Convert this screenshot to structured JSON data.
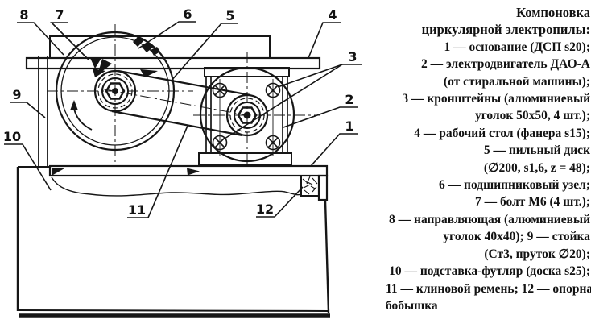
{
  "figure": {
    "type": "technical-assembly-diagram",
    "subject": "circular electric saw layout (side view)",
    "callout_labels": [
      "1",
      "2",
      "3",
      "4",
      "5",
      "6",
      "7",
      "8",
      "9",
      "10",
      "11",
      "12"
    ]
  },
  "legend": {
    "lines": [
      "Компоновка",
      "циркулярной электропилы:",
      "1 — основание (ДСП s20);",
      "2 — электродвигатель ДАО-А",
      "(от стиральной машины);",
      "3 — кронштейны (алюминиевый",
      "уголок 50х50, 4 шт.);",
      "4 — рабочий стол (фанера s15);",
      "5 — пильный диск",
      "(∅200, s1,6, z = 48);",
      "6 — подшипниковый узел;",
      "7 — болт М6 (4 шт.);",
      "8 — направляющая (алюминиевый",
      "уголок 40х40); 9 — стойка",
      "(Ст3, пруток ∅20);",
      "10 — подставка-футляр (доска s25);",
      "11 — клиновой ремень; 12 — опорная",
      "бобышка"
    ]
  }
}
